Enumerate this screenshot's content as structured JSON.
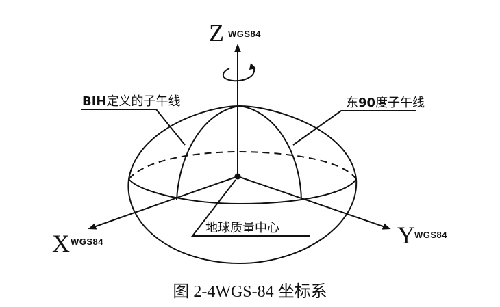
{
  "diagram": {
    "z_axis": {
      "letter": "Z",
      "sub": "WGS84"
    },
    "x_axis": {
      "letter": "X",
      "sub": "WGS84"
    },
    "y_axis": {
      "letter": "Y",
      "sub": "WGS84"
    },
    "bih_meridian": {
      "bold": "BIH",
      "rest": "定义的子午线"
    },
    "east90_meridian": {
      "prefix": "东",
      "bold": "90",
      "rest": "度子午线"
    },
    "center_label": "地球质量中心"
  },
  "caption": "图 2-4WGS-84 坐标系"
}
